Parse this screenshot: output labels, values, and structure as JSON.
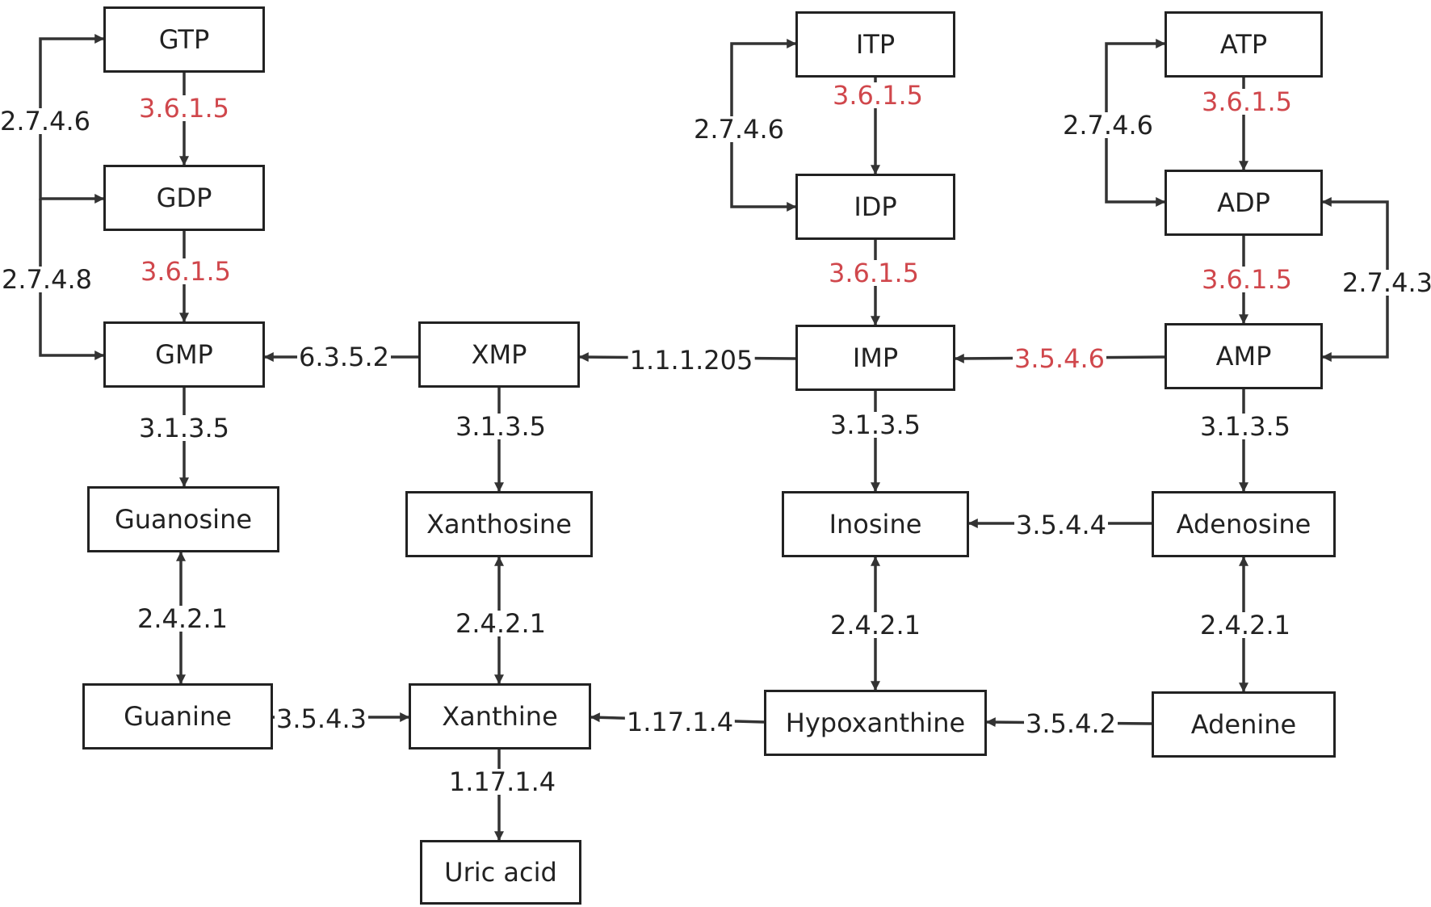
{
  "colors": {
    "line": "#333333",
    "normal_label": "#222222",
    "highlight_label": "#d0474c"
  },
  "nodes": {
    "gtp": "GTP",
    "gdp": "GDP",
    "gmp": "GMP",
    "itp": "ITP",
    "idp": "IDP",
    "imp": "IMP",
    "atp": "ATP",
    "adp": "ADP",
    "amp": "AMP",
    "xmp": "XMP",
    "guanosine": "Guanosine",
    "xanthosine": "Xanthosine",
    "inosine": "Inosine",
    "adenosine": "Adenosine",
    "guanine": "Guanine",
    "xanthine": "Xanthine",
    "hypoxanthine": "Hypoxanthine",
    "adenine": "Adenine",
    "uric_acid": "Uric acid"
  },
  "enzymes": {
    "gtp_gdp": "3.6.1.5",
    "gdp_gmp": "3.6.1.5",
    "g_kinase_top": "2.7.4.6",
    "g_kinase_bottom": "2.7.4.8",
    "itp_idp": "3.6.1.5",
    "idp_imp": "3.6.1.5",
    "i_kinase": "2.7.4.6",
    "atp_adp": "3.6.1.5",
    "adp_amp": "3.6.1.5",
    "a_kinase": "2.7.4.6",
    "amp_adp_kinase": "2.7.4.3",
    "xmp_gmp": "6.3.5.2",
    "imp_xmp": "1.1.1.205",
    "amp_imp": "3.5.4.6",
    "gmp_guanosine": "3.1.3.5",
    "xmp_xanthosine": "3.1.3.5",
    "imp_inosine": "3.1.3.5",
    "amp_adenosine": "3.1.3.5",
    "adenosine_inosine": "3.5.4.4",
    "guanosine_guanine": "2.4.2.1",
    "xanthosine_xanthine": "2.4.2.1",
    "inosine_hypoxanthine": "2.4.2.1",
    "adenosine_adenine": "2.4.2.1",
    "guanine_xanthine": "3.5.4.3",
    "hypoxanthine_xanthine": "1.17.1.4",
    "adenine_hypoxanthine": "3.5.4.2",
    "xanthine_uric": "1.17.1.4"
  },
  "highlighted_enzymes": [
    "gtp_gdp",
    "gdp_gmp",
    "itp_idp",
    "idp_imp",
    "atp_adp",
    "adp_amp",
    "amp_imp"
  ]
}
